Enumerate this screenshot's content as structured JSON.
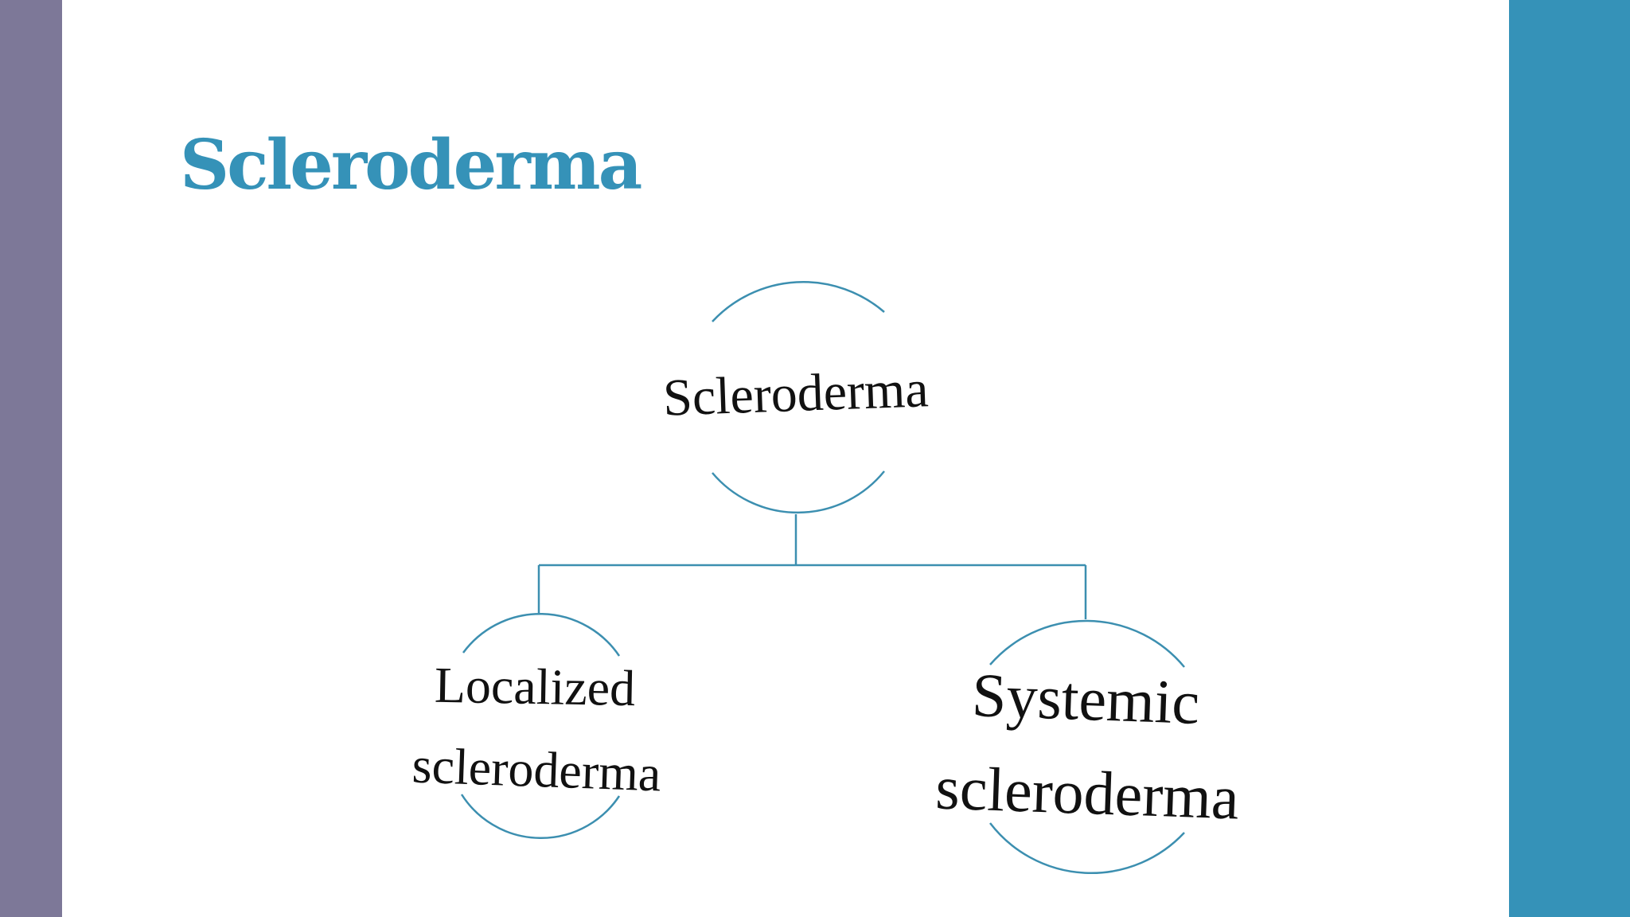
{
  "slide": {
    "title": "Scleroderma"
  },
  "colors": {
    "left_bar": "#7d7898",
    "right_bar": "#3592b8",
    "title": "#3592b8",
    "connector": "#3c8fb0",
    "node_text": "#111111"
  },
  "diagram": {
    "root": {
      "label": "Scleroderma"
    },
    "children": [
      {
        "label_line1": "Localized",
        "label_line2": "scleroderma"
      },
      {
        "label_line1": "Systemic",
        "label_line2": "scleroderma"
      }
    ]
  }
}
